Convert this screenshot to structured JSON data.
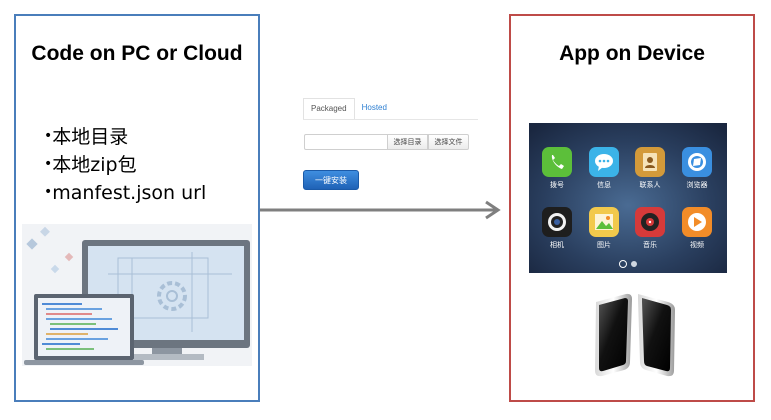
{
  "left_panel": {
    "title": "Code on PC or Cloud",
    "bullet_marker": "•",
    "bullets": [
      "本地目录",
      "本地zip包",
      "manfest.json url"
    ],
    "border_color": "#4a7ebb"
  },
  "right_panel": {
    "title": "App on Device",
    "border_color": "#be4b48"
  },
  "install_ui": {
    "tabs": [
      {
        "label": "Packaged",
        "active": true
      },
      {
        "label": "Hosted",
        "active": false
      }
    ],
    "path_input_value": "",
    "select_dir_label": "选择目录",
    "select_file_label": "选择文件",
    "install_label": "一键安装",
    "accent_color": "#2e7fd1"
  },
  "arrow_color": "#7f7f7f",
  "phone": {
    "apps": [
      {
        "label": "拨号",
        "icon": "phone-icon",
        "color": "#5cbf3a"
      },
      {
        "label": "信息",
        "icon": "message-icon",
        "color": "#3bb3e8"
      },
      {
        "label": "联系人",
        "icon": "contacts-icon",
        "color": "#d39a3a"
      },
      {
        "label": "浏览器",
        "icon": "browser-icon",
        "color": "#3a8fe0"
      },
      {
        "label": "相机",
        "icon": "camera-icon",
        "color": "#1e1e1e"
      },
      {
        "label": "图片",
        "icon": "gallery-icon",
        "color": "#f2c94c"
      },
      {
        "label": "音乐",
        "icon": "music-icon",
        "color": "#d63a3a"
      },
      {
        "label": "视频",
        "icon": "video-icon",
        "color": "#f28c28"
      }
    ],
    "page_count": 2,
    "current_page": 1
  }
}
